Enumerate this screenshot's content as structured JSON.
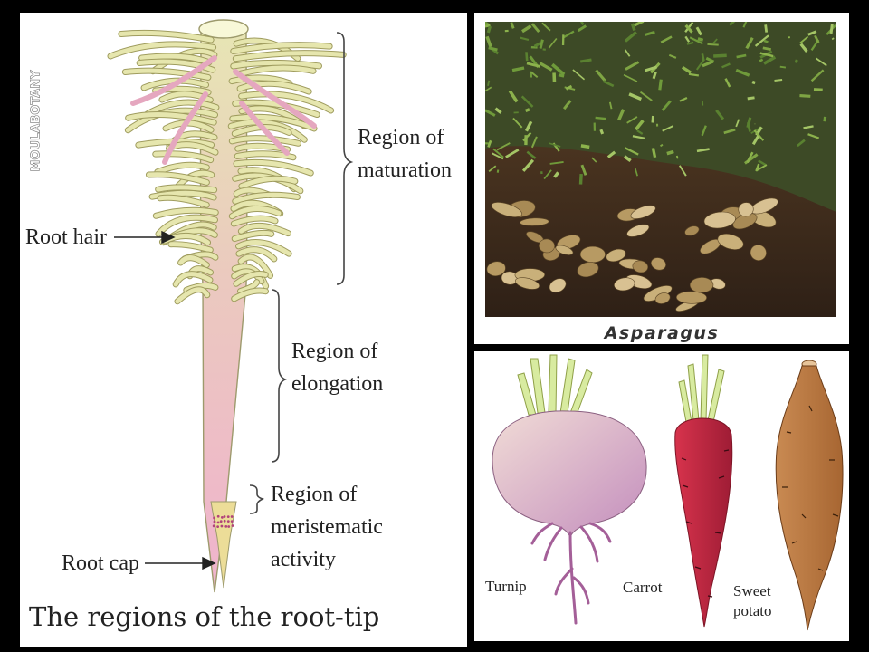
{
  "left": {
    "watermark": "MOULABOTANY",
    "labels": {
      "maturation": "Region of\nmaturation",
      "elongation": "Region of\nelongation",
      "meristematic": "Region of\nmeristematic\nactivity",
      "root_hair": "Root hair",
      "root_cap": "Root cap"
    },
    "caption": "The regions of the root-tip",
    "colors": {
      "root_top": "#e8e9b0",
      "root_bottom": "#efb4cc",
      "hair": "#e6e6ae",
      "hair_pink": "#e7a4bc"
    }
  },
  "photo": {
    "caption": "Asparagus"
  },
  "roots": {
    "turnip": "Turnip",
    "carrot": "Carrot",
    "sweet_potato": "Sweet\npotato",
    "colors": {
      "turnip": "#d6aecb",
      "carrot": "#b8273f",
      "sweet_potato": "#b8763e",
      "leaves": "#cde38a"
    }
  }
}
